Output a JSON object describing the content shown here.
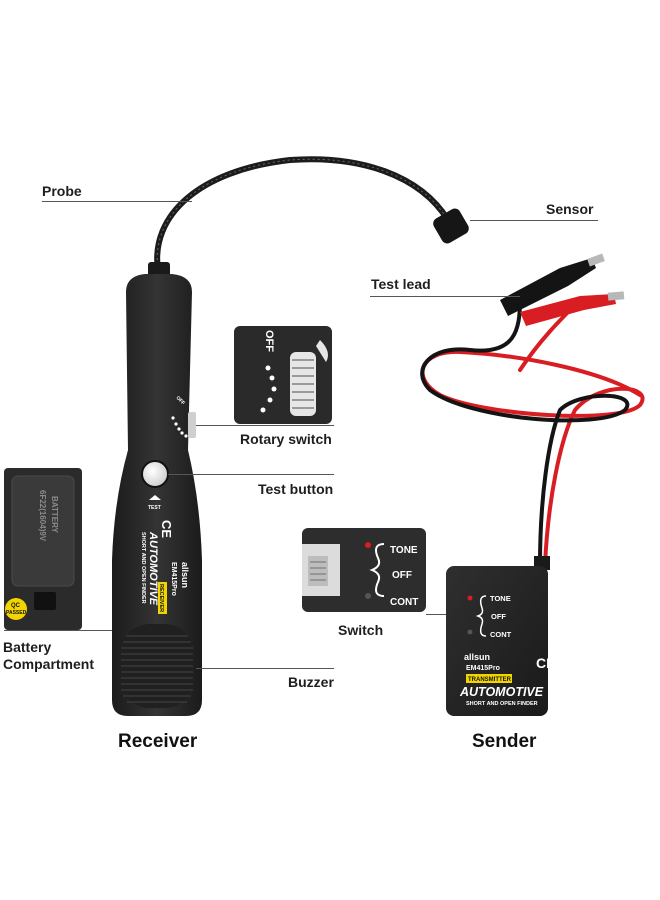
{
  "labels": {
    "probe": "Probe",
    "sensor": "Sensor",
    "test_lead": "Test lead",
    "rotary_switch": "Rotary switch",
    "test_button": "Test button",
    "switch": "Switch",
    "battery_line1": "Battery",
    "battery_line2": "Compartment",
    "buzzer": "Buzzer",
    "receiver": "Receiver",
    "sender": "Sender"
  },
  "receiver_device": {
    "brand": "allsun",
    "model": "EM415Pro",
    "badge": "RECEIVER",
    "title": "AUTOMOTIVE",
    "subtitle": "SHORT AND OPEN FINDER",
    "ce_mark": "CE",
    "test_mark": "TEST",
    "off_mark": "OFF"
  },
  "battery_panel": {
    "text_line1": "BATTERY",
    "text_line2": "6F22(1604)9V",
    "qc_line1": "QC",
    "qc_line2": "PASSED"
  },
  "rotary_inset": {
    "off": "OFF"
  },
  "switch_inset": {
    "tone": "TONE",
    "off": "OFF",
    "cont": "CONT"
  },
  "sender_device": {
    "tone": "TONE",
    "off": "OFF",
    "cont": "CONT",
    "brand": "allsun",
    "model": "EM415Pro",
    "ce_mark": "CE",
    "badge": "TRANSMITTER",
    "title": "AUTOMOTIVE",
    "subtitle": "SHORT AND OPEN FINDER"
  },
  "colors": {
    "device_body": "#262626",
    "wire_red": "#d81e22",
    "wire_black": "#141414",
    "badge_yellow": "#f2d500"
  }
}
